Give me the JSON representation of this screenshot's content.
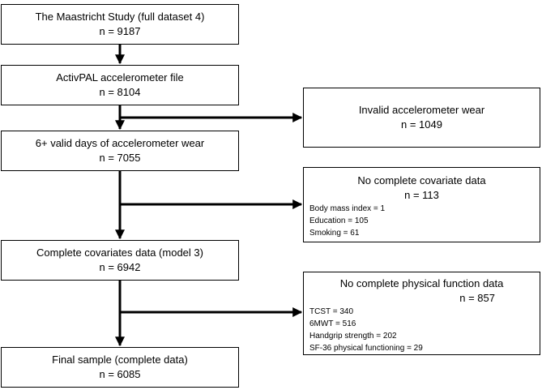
{
  "main_boxes": [
    {
      "title": "The Maastricht Study (full dataset 4)",
      "n": "n = 9187"
    },
    {
      "title": "ActivPAL accelerometer file",
      "n": "n = 8104"
    },
    {
      "title": "6+ valid days of accelerometer wear",
      "n": "n = 7055"
    },
    {
      "title": "Complete covariates data (model 3)",
      "n": "n = 6942"
    },
    {
      "title": "Final sample (complete data)",
      "n": "n = 6085"
    }
  ],
  "exclusions": [
    {
      "title": "Invalid accelerometer wear",
      "n": "n = 1049",
      "details": []
    },
    {
      "title": "No complete covariate data",
      "n": "n = 113",
      "details": [
        "Body mass index = 1",
        "Education = 105",
        "Smoking = 61"
      ]
    },
    {
      "title": "No complete physical function data",
      "n": "n = 857",
      "details": [
        "TCST = 340",
        "6MWT = 516",
        "Handgrip strength = 202",
        "SF-36 physical functioning = 29"
      ]
    }
  ]
}
